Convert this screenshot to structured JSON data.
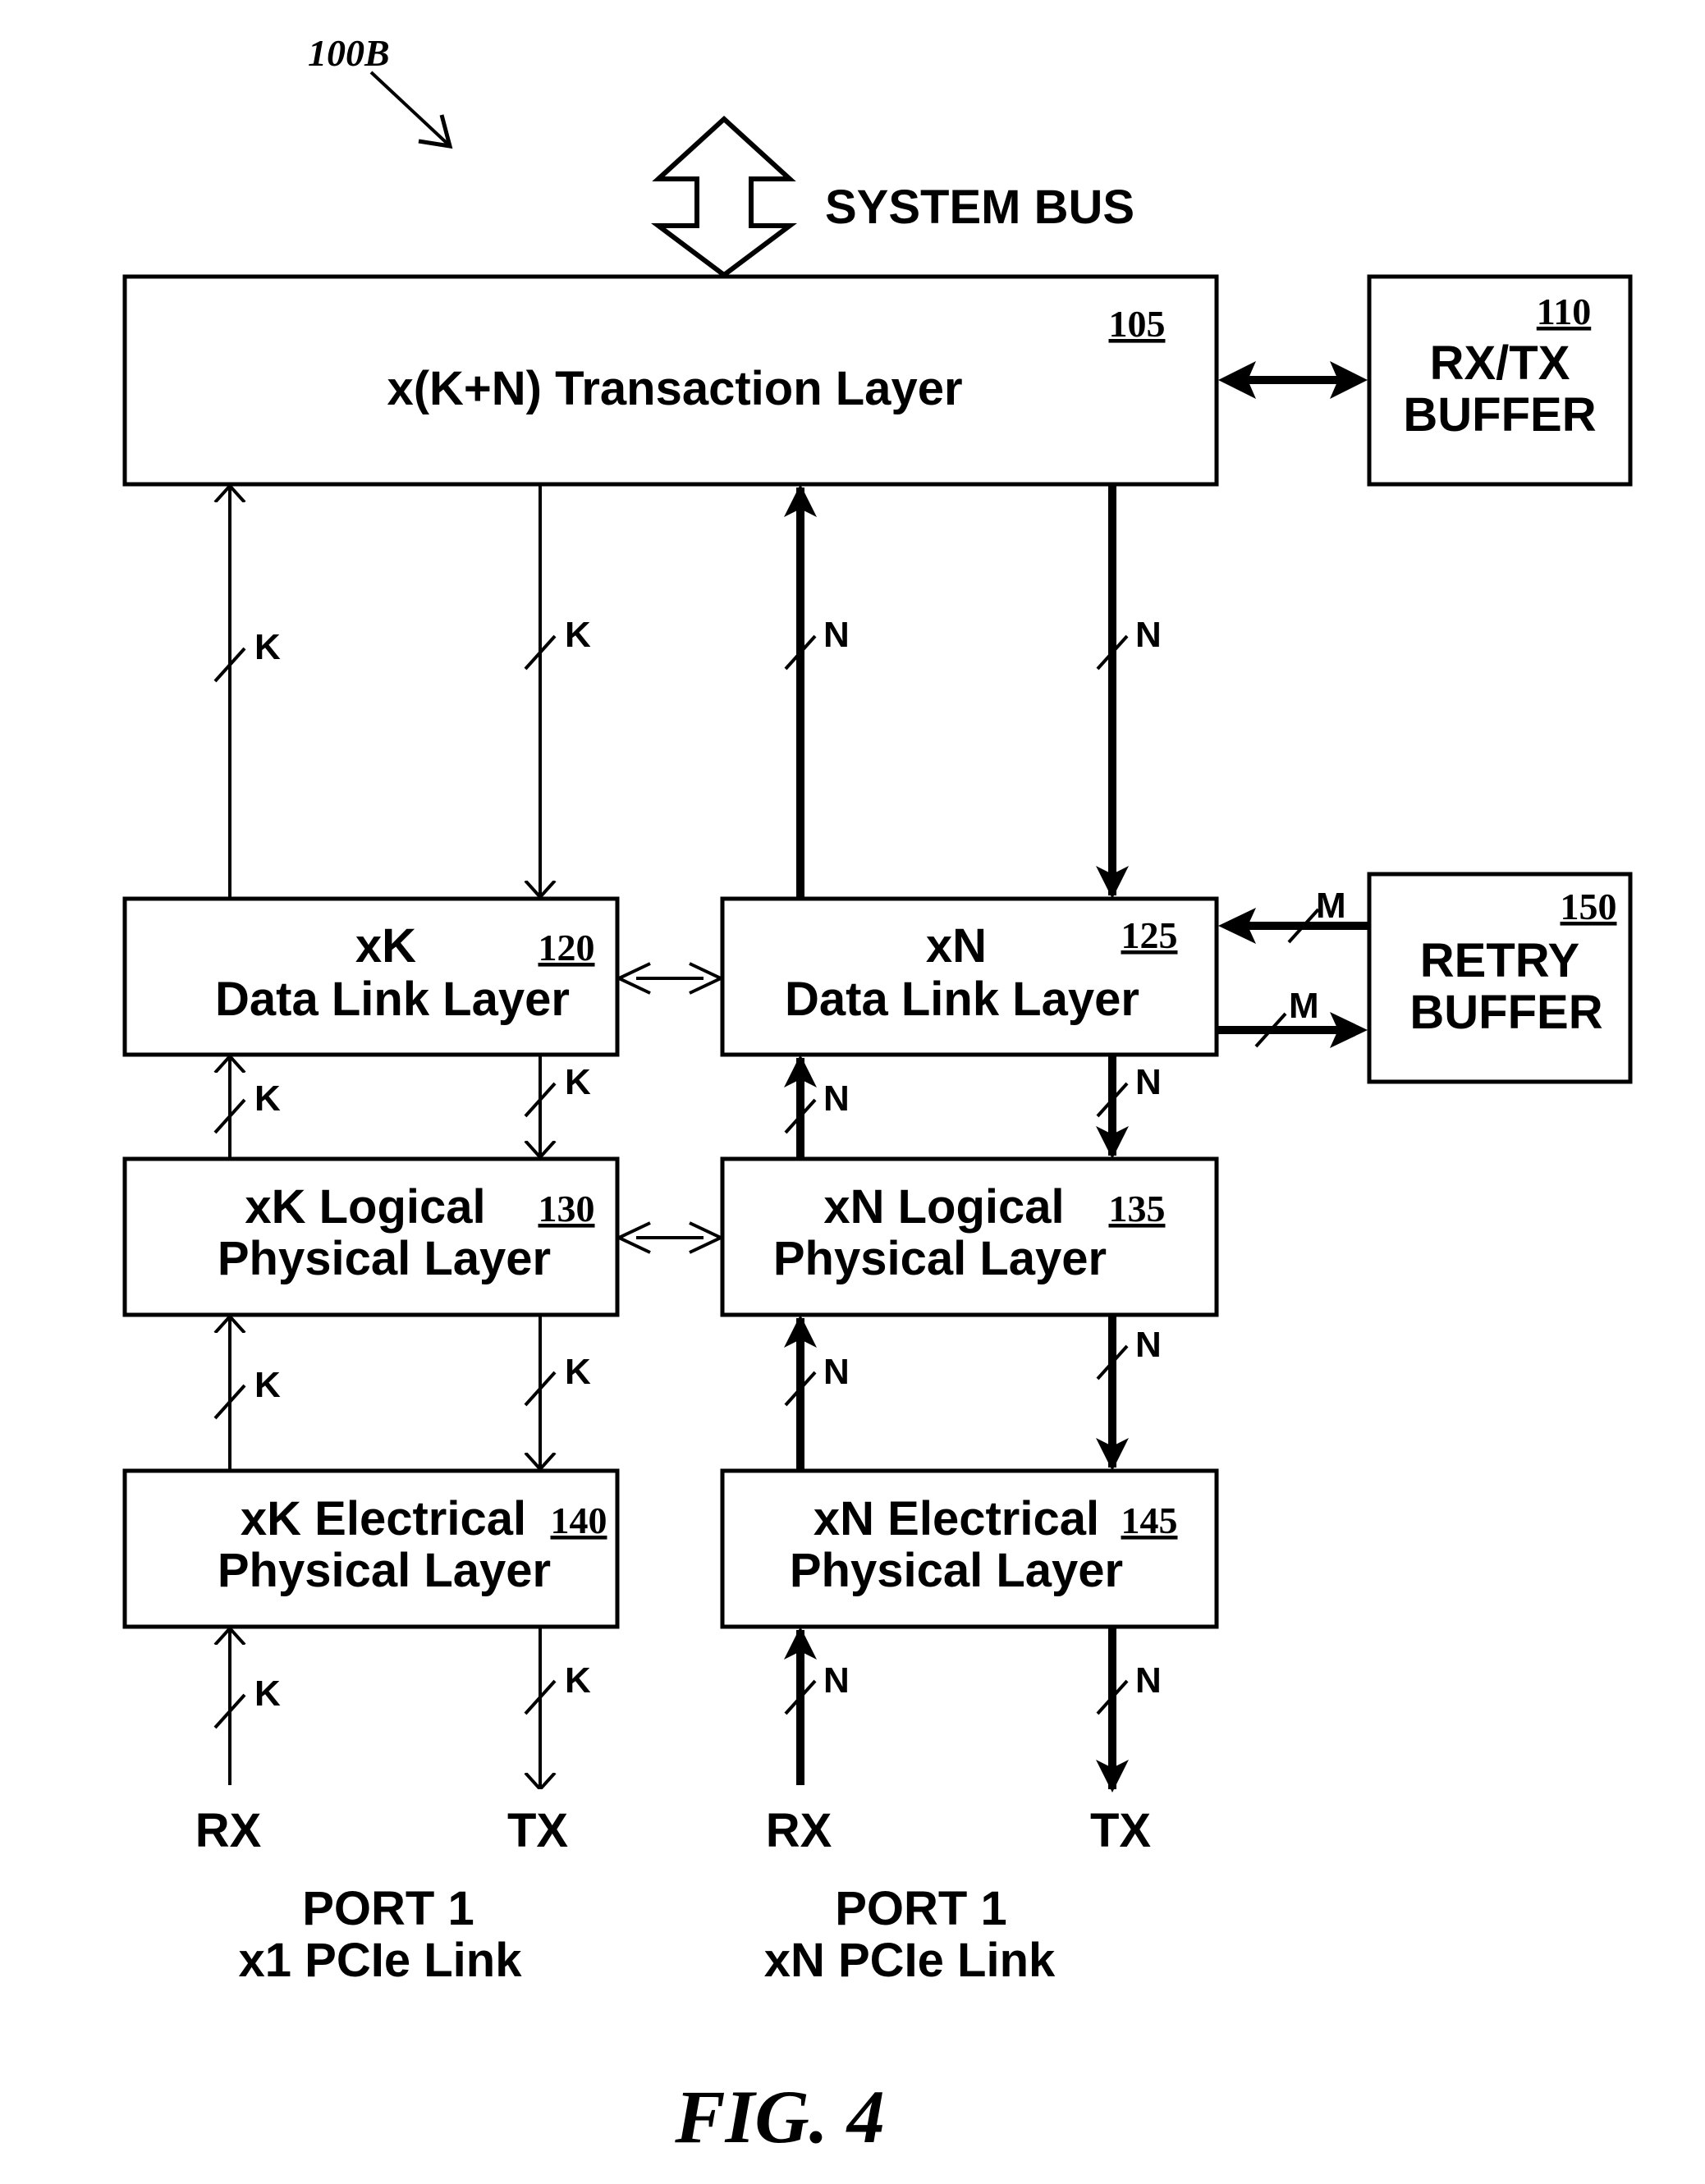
{
  "figure_id": "100B",
  "system_bus_label": "SYSTEM BUS",
  "figure_caption": "FIG. 4",
  "blocks": {
    "transaction": {
      "title": "x(K+N) Transaction Layer",
      "ref": "105"
    },
    "rxtx_buffer": {
      "line1": "RX/TX",
      "line2": "BUFFER",
      "ref": "110"
    },
    "xk_datalink": {
      "line1": "xK",
      "line2": "Data Link Layer",
      "ref": "120"
    },
    "xn_datalink": {
      "line1": "xN",
      "line2": "Data Link Layer",
      "ref": "125"
    },
    "retry_buffer": {
      "line1": "RETRY",
      "line2": "BUFFER",
      "ref": "150"
    },
    "xk_logical": {
      "line1": "xK Logical",
      "line2": "Physical Layer",
      "ref": "130"
    },
    "xn_logical": {
      "line1": "xN Logical",
      "line2": "Physical Layer",
      "ref": "135"
    },
    "xk_electrical": {
      "line1": "xK Electrical",
      "line2": "Physical Layer",
      "ref": "140"
    },
    "xn_electrical": {
      "line1": "xN Electrical",
      "line2": "Physical Layer",
      "ref": "145"
    }
  },
  "bus_labels": {
    "k": "K",
    "n": "N",
    "m": "M"
  },
  "ports": {
    "left": {
      "rx": "RX",
      "tx": "TX",
      "line1": "PORT 1",
      "line2": "x1 PCIe Link"
    },
    "right": {
      "rx": "RX",
      "tx": "TX",
      "line1": "PORT 1",
      "line2": "xN PCIe Link"
    }
  }
}
